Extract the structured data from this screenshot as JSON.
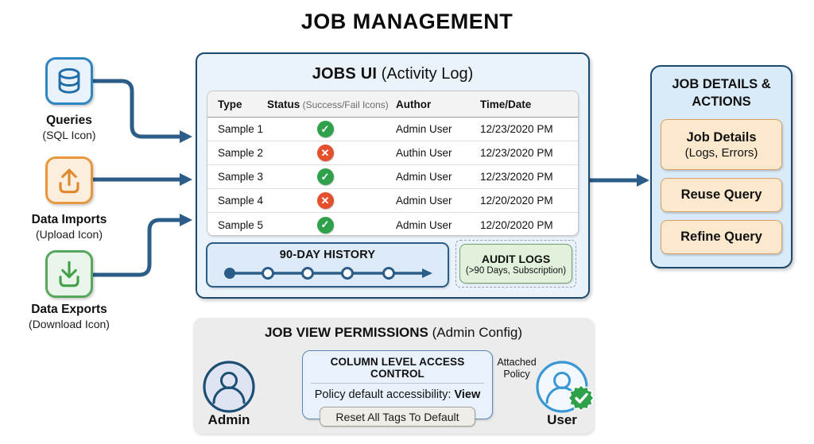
{
  "title": "JOB MANAGEMENT",
  "colors": {
    "arrow": "#2b5d88",
    "panel_border": "#1c4a6e",
    "success_green": "#2fa14b",
    "fail_red": "#e4502e",
    "queries_blue": "#2f86c0",
    "imports_orange": "#e8973f",
    "exports_green": "#57a85c"
  },
  "sources": [
    {
      "icon": "database-icon",
      "label": "Queries",
      "sublabel": "(SQL Icon)"
    },
    {
      "icon": "upload-icon",
      "label": "Data Imports",
      "sublabel": "(Upload Icon)"
    },
    {
      "icon": "download-icon",
      "label": "Data Exports",
      "sublabel": "(Download Icon)"
    }
  ],
  "jobs_ui": {
    "title_bold": "JOBS UI",
    "title_rest": " (Activity Log)",
    "table": {
      "header_type": "Type",
      "header_status_bold": "Status",
      "header_status_note": " (Success/Fail Icons)",
      "header_author": "Author",
      "header_time": "Time/Date",
      "rows": [
        {
          "type": "Sample 1",
          "status": "success",
          "author": "Admin User",
          "time": "12/23/2020 PM"
        },
        {
          "type": "Sample 2",
          "status": "fail",
          "author": "Authin User",
          "time": "12/23/2020 PM"
        },
        {
          "type": "Sample 3",
          "status": "success",
          "author": "Admin User",
          "time": "12/23/2020 PM"
        },
        {
          "type": "Sample 4",
          "status": "fail",
          "author": "Admin User",
          "time": "12/20/2020 PM"
        },
        {
          "type": "Sample 5",
          "status": "success",
          "author": "Admin User",
          "time": "12/20/2020 PM"
        }
      ]
    },
    "history_label": "90-DAY HISTORY",
    "audit_label": "AUDIT LOGS",
    "audit_note": "(>90 Days, Subscription)"
  },
  "details_panel": {
    "title_line1": "JOB DETAILS &",
    "title_line2": "ACTIONS",
    "job_details_label": "Job Details",
    "job_details_note": "(Logs, Errors)",
    "reuse_label": "Reuse Query",
    "refine_label": "Refine Query"
  },
  "permissions": {
    "title_bold": "JOB VIEW PERMISSIONS",
    "title_rest": " (Admin Config)",
    "admin_label": "Admin",
    "user_label": "User",
    "attached_line1": "Attached",
    "attached_line2": "Policy",
    "clac_title": "COLUMN LEVEL ACCESS CONTROL",
    "policy_label": "Policy default accessibility: ",
    "policy_value": "View",
    "reset_button": "Reset All Tags To Default"
  }
}
